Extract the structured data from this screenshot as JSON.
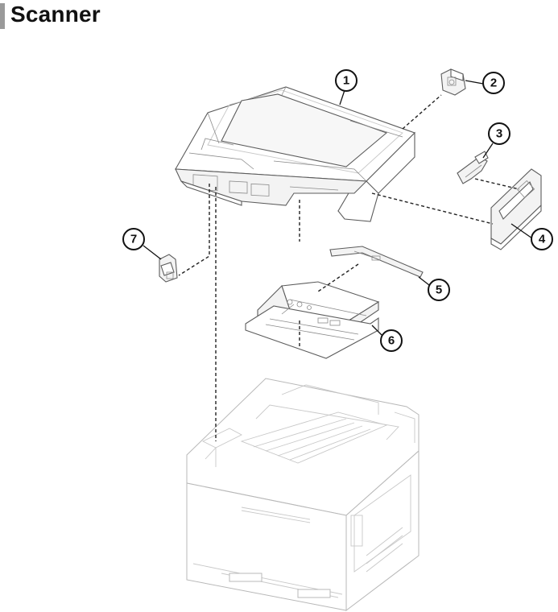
{
  "page": {
    "title": "Scanner"
  },
  "callouts": [
    "1",
    "2",
    "3",
    "4",
    "5",
    "6",
    "7"
  ]
}
